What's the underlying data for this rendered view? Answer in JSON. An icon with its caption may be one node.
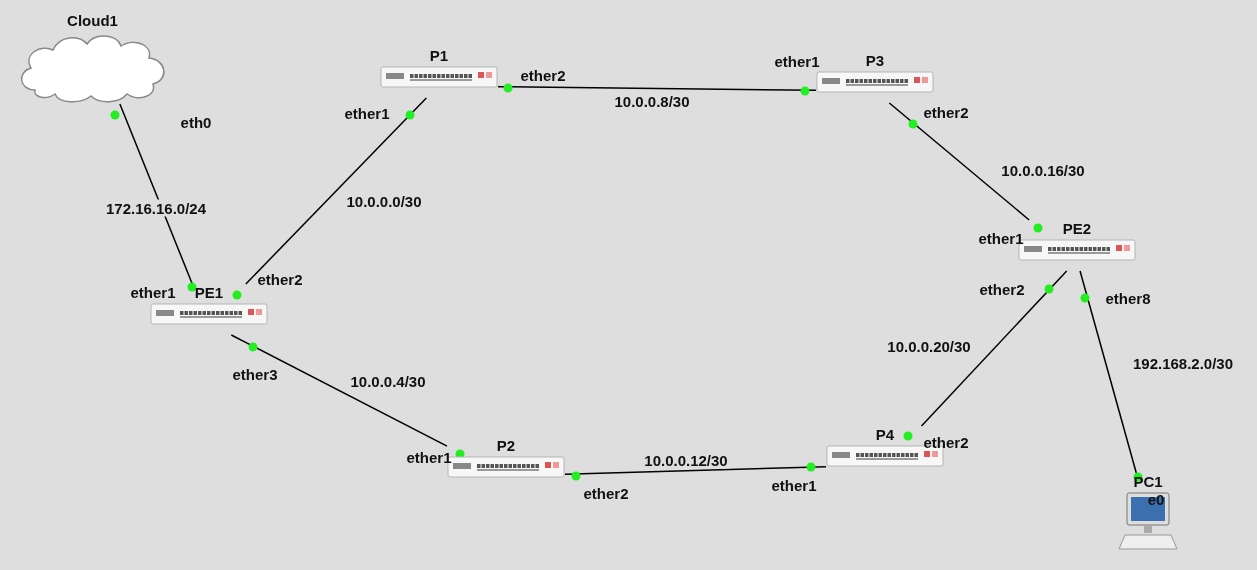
{
  "diagram": {
    "nodes": [
      {
        "text": [
          "Cloud1"
        ]
      },
      {
        "text": [
          "P1"
        ]
      },
      {
        "text": [
          "P3"
        ]
      },
      {
        "text": [
          "PE2"
        ]
      },
      {
        "text": [
          "PE1"
        ]
      },
      {
        "text": [
          "P2"
        ]
      },
      {
        "text": [
          "P4"
        ]
      },
      {
        "text": [
          "PC1"
        ]
      }
    ],
    "edges": [
      {
        "from": 0,
        "to": 4,
        "arrow": "none",
        "label": "172.16.16.0/24"
      },
      {
        "from": 4,
        "to": 1,
        "arrow": "none",
        "label": "10.0.0.0/30"
      },
      {
        "from": 1,
        "to": 2,
        "arrow": "none",
        "label": "10.0.0.8/30"
      },
      {
        "from": 2,
        "to": 3,
        "arrow": "none",
        "label": "10.0.0.16/30"
      },
      {
        "from": 4,
        "to": 5,
        "arrow": "none",
        "label": "10.0.0.4/30"
      },
      {
        "from": 5,
        "to": 6,
        "arrow": "none",
        "label": "10.0.0.12/30"
      },
      {
        "from": 6,
        "to": 3,
        "arrow": "none",
        "label": "10.0.0.20/30"
      },
      {
        "from": 3,
        "to": 7,
        "arrow": "none",
        "label": "192.168.2.0/30"
      }
    ],
    "labels": [
      "eth0",
      "ether2",
      "ether1",
      "ether1",
      "ether2",
      "ether1",
      "ether2",
      "ether1",
      "ether2",
      "ether8",
      "ether3",
      "ether1",
      "ether2",
      "ether1",
      "ether2",
      "e0"
    ]
  }
}
